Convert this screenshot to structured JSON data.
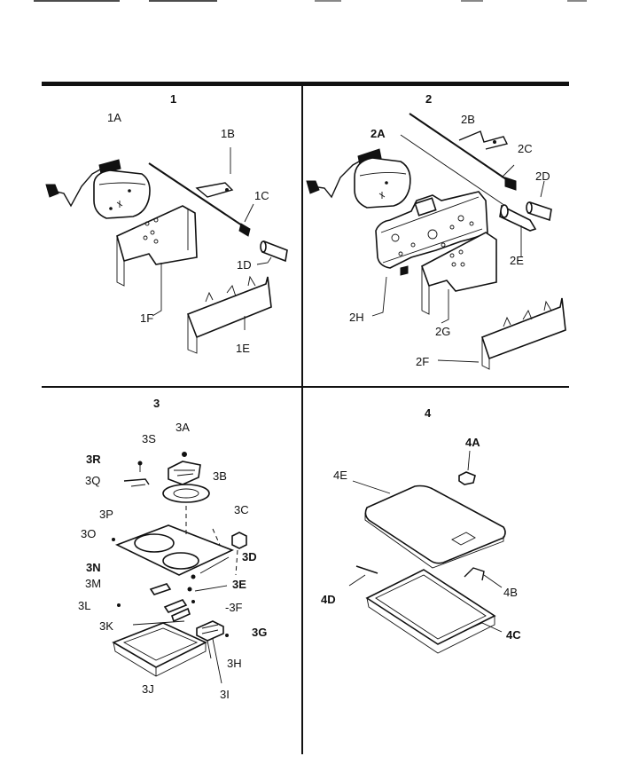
{
  "panels": [
    {
      "number": "1",
      "labels": {
        "1A": "1A",
        "1B": "1B",
        "1C": "1C",
        "1D": "1D",
        "1E": "1E",
        "1F": "1F"
      }
    },
    {
      "number": "2",
      "labels": {
        "2A": "2A",
        "2B": "2B",
        "2C": "2C",
        "2D": "2D",
        "2E": "2E",
        "2F": "2F",
        "2G": "2G",
        "2H": "2H"
      }
    },
    {
      "number": "3",
      "labels": {
        "3A": "3A",
        "3B": "3B",
        "3C": "3C",
        "3D": "3D",
        "3E": "3E",
        "3F": "-3F",
        "3G": "3G",
        "3H": "3H",
        "3I": "3I",
        "3J": "3J",
        "3K": "3K",
        "3L": "3L",
        "3M": "3M",
        "3N": "3N",
        "3O": "3O",
        "3P": "3P",
        "3Q": "3Q",
        "3R": "3R",
        "3S": "3S"
      }
    },
    {
      "number": "4",
      "labels": {
        "4A": "4A",
        "4B": "4B",
        "4C": "4C",
        "4D": "4D",
        "4E": "4E"
      }
    }
  ]
}
